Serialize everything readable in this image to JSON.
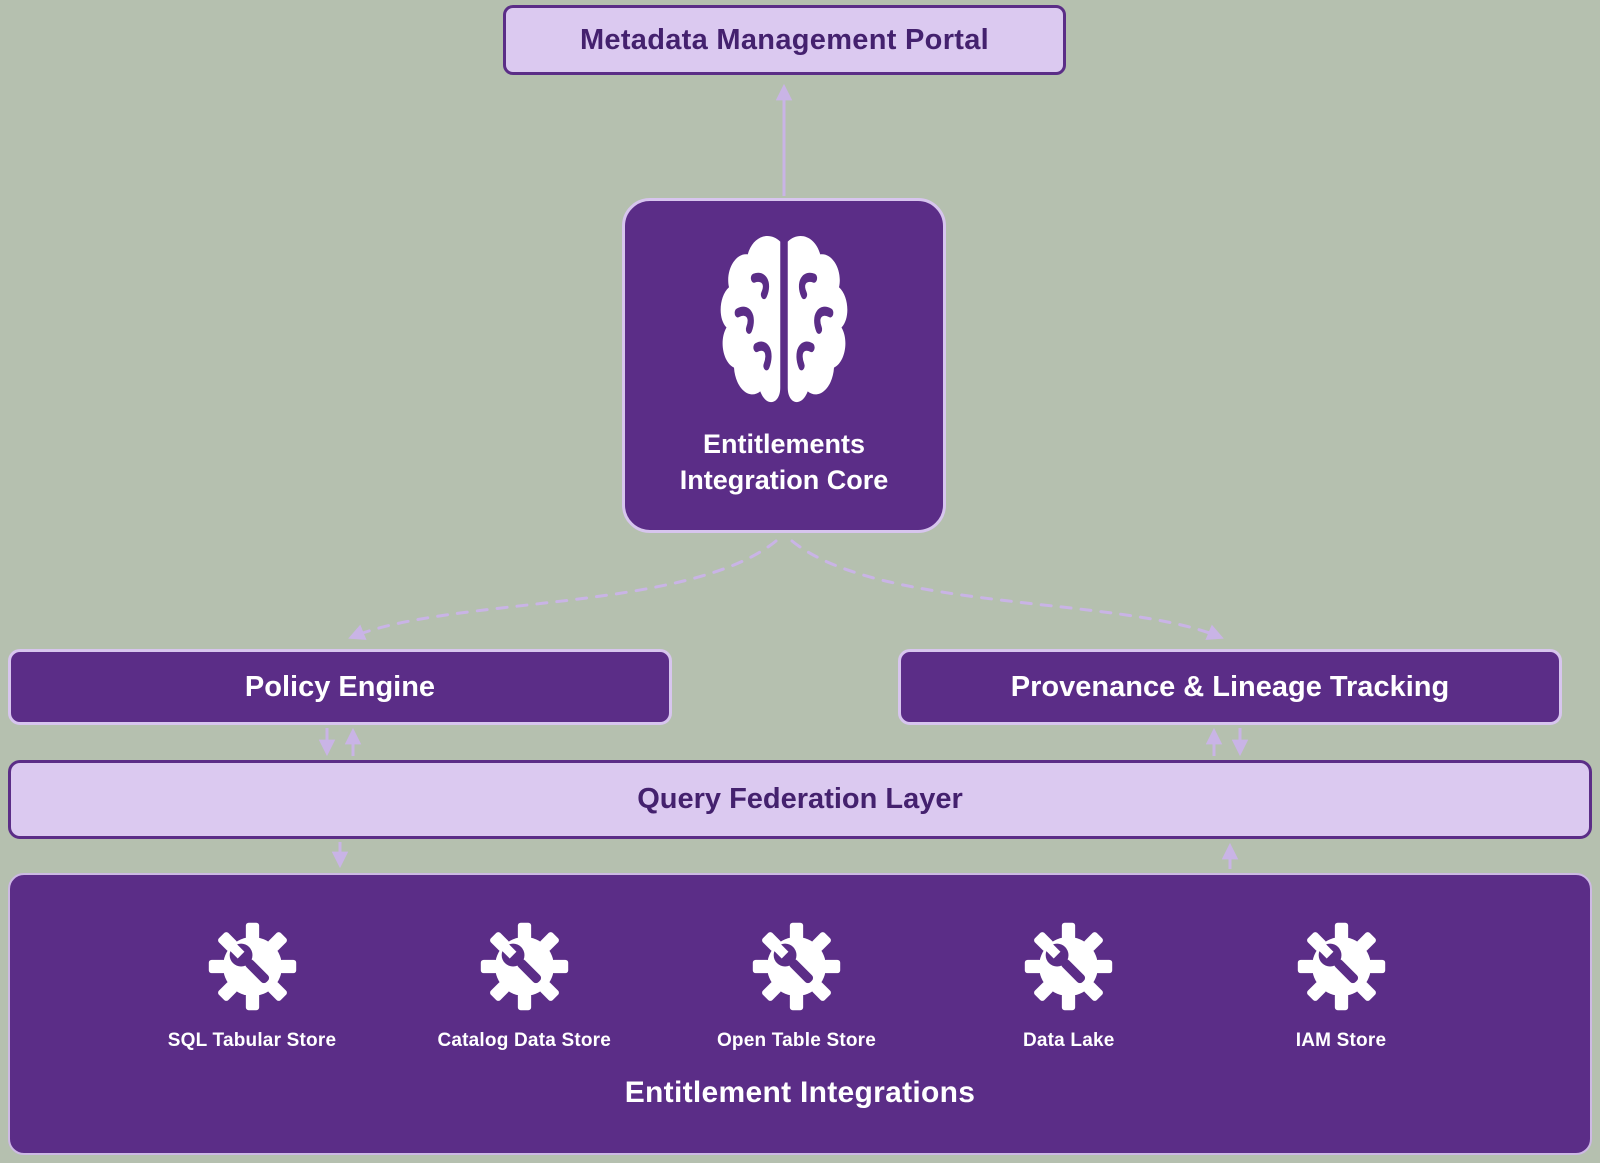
{
  "colors": {
    "background": "#b5c0af",
    "purple_dark": "#5b2d87",
    "purple_light": "#dbc9f0",
    "arrow": "#c9b4e6",
    "text_on_light": "#44216e",
    "text_on_dark": "#ffffff"
  },
  "portal": {
    "label": "Metadata Management Portal"
  },
  "core": {
    "icon": "brain-icon",
    "label_line1": "Entitlements",
    "label_line2": "Integration Core"
  },
  "policy_engine": {
    "label": "Policy Engine"
  },
  "provenance": {
    "label": "Provenance & Lineage Tracking"
  },
  "query_federation": {
    "label": "Query Federation Layer"
  },
  "integrations": {
    "title": "Entitlement Integrations",
    "items": [
      {
        "icon": "gear-wrench-icon",
        "label": "SQL Tabular Store"
      },
      {
        "icon": "gear-wrench-icon",
        "label": "Catalog Data Store"
      },
      {
        "icon": "gear-wrench-icon",
        "label": "Open Table Store"
      },
      {
        "icon": "gear-wrench-icon",
        "label": "Data Lake"
      },
      {
        "icon": "gear-wrench-icon",
        "label": "IAM Store"
      }
    ]
  }
}
